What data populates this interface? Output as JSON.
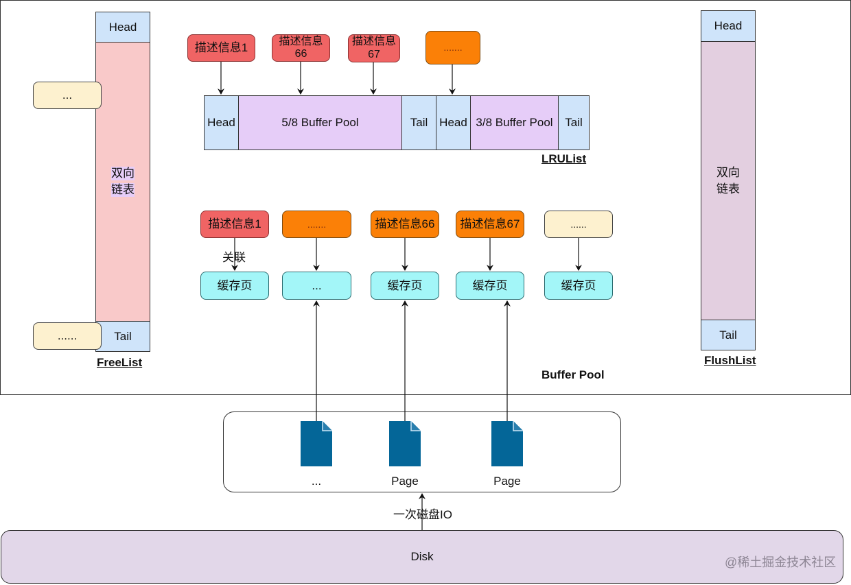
{
  "buffer_pool": {
    "title": "Buffer Pool"
  },
  "free_list": {
    "title": "FreeList",
    "head": "Head",
    "body": "双向\n链表",
    "body_line1": "双向",
    "body_line2": "链表",
    "tail": "Tail",
    "side_nodes": [
      "...",
      "......"
    ]
  },
  "flush_list": {
    "title": "FlushList",
    "head": "Head",
    "body_line1": "双向",
    "body_line2": "链表",
    "tail": "Tail"
  },
  "lru_list": {
    "title": "LRUList",
    "segments": [
      "Head",
      "5/8 Buffer Pool",
      "Tail",
      "Head",
      "3/8 Buffer Pool",
      "Tail"
    ],
    "descriptors": [
      {
        "line1": "描述信息1",
        "line2": "",
        "color": "#f06464"
      },
      {
        "line1": "描述信息",
        "line2": "66",
        "color": "#f06464"
      },
      {
        "line1": "描述信息",
        "line2": "67",
        "color": "#f06464"
      },
      {
        "line1": ".......",
        "line2": "",
        "color": "#fb8007"
      }
    ]
  },
  "cache_pages": {
    "relation_label": "关联",
    "columns": [
      {
        "descriptor": "描述信息1",
        "descriptor_color": "#f06464",
        "page": "缓存页"
      },
      {
        "descriptor": ".......",
        "descriptor_color": "#fb8007",
        "page": "..."
      },
      {
        "descriptor": "描述信息66",
        "descriptor_color": "#fb8007",
        "page": "缓存页"
      },
      {
        "descriptor": "描述信息67",
        "descriptor_color": "#fb8007",
        "page": "缓存页"
      },
      {
        "descriptor": "......",
        "descriptor_color": "#fdf1cf",
        "page": "缓存页"
      }
    ]
  },
  "disk_pages": {
    "icon": "file-icon",
    "icon_color": "#046698",
    "items": [
      "...",
      "Page",
      "Page"
    ]
  },
  "io_label": "一次磁盘IO",
  "disk": {
    "label": "Disk"
  },
  "watermark": "@稀土掘金技术社区"
}
